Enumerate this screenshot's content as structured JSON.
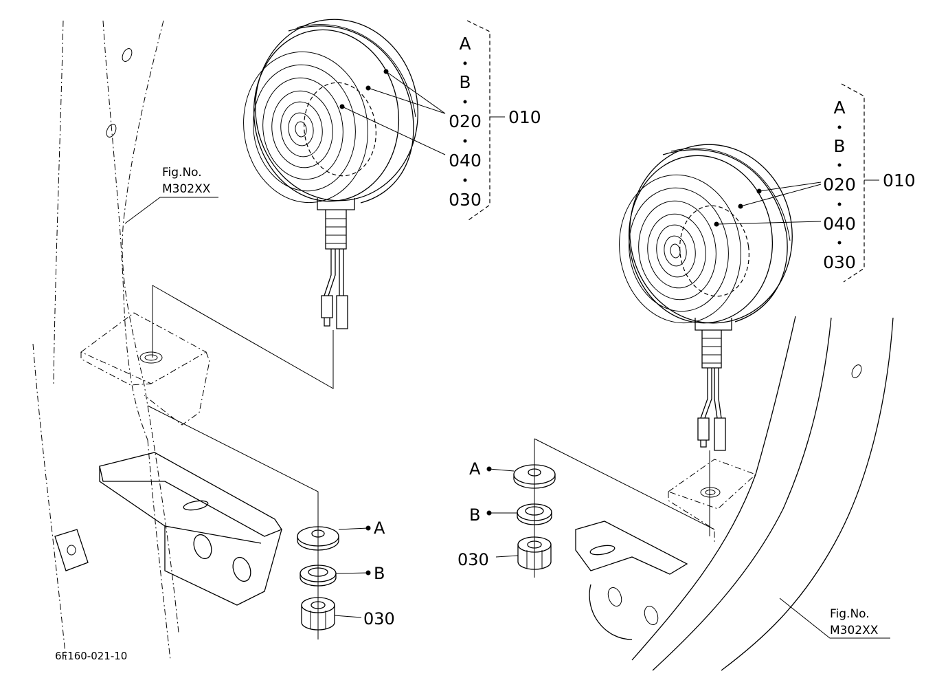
{
  "diagram": {
    "drawing_code": "6F160-021-10",
    "left": {
      "fig_ref_label": "Fig.No.",
      "fig_ref_number": "M302XX",
      "lamp_callouts": {
        "bracket_letter_a": "A",
        "bracket_letter_b": "B",
        "part_020": "020",
        "part_040": "040",
        "part_030": "030",
        "assembly_010": "010"
      },
      "hardware_callouts": {
        "washer_a": "A",
        "washer_b": "B",
        "nut_030": "030"
      }
    },
    "right": {
      "fig_ref_label": "Fig.No.",
      "fig_ref_number": "M302XX",
      "lamp_callouts": {
        "bracket_letter_a": "A",
        "bracket_letter_b": "B",
        "part_020": "020",
        "part_040": "040",
        "part_030": "030",
        "assembly_010": "010"
      },
      "hardware_callouts": {
        "washer_a": "A",
        "washer_b": "B",
        "nut_030": "030"
      }
    }
  }
}
